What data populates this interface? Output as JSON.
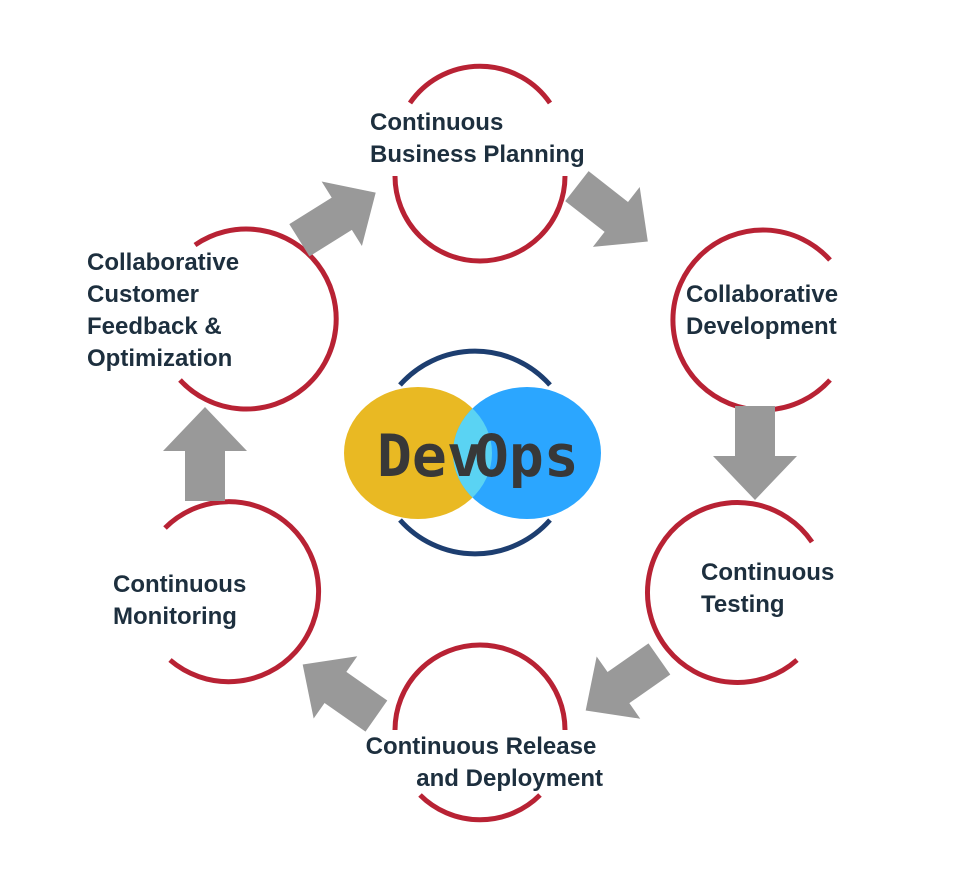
{
  "logo": {
    "part1": "Dev",
    "part2": "Ops"
  },
  "stages": [
    {
      "id": "planning",
      "lines": [
        "Continuous",
        "Business Planning"
      ]
    },
    {
      "id": "development",
      "lines": [
        "Collaborative",
        "Development"
      ]
    },
    {
      "id": "testing",
      "lines": [
        "Continuous",
        "Testing"
      ]
    },
    {
      "id": "release",
      "lines": [
        "Continuous Release",
        "and Deployment"
      ]
    },
    {
      "id": "monitoring",
      "lines": [
        "Continuous",
        "Monitoring"
      ]
    },
    {
      "id": "feedback",
      "lines": [
        "Collaborative",
        "Customer",
        "Feedback &",
        "Optimization"
      ]
    }
  ],
  "colors": {
    "ring": "#b82234",
    "arrow": "#999999",
    "label": "#1d2f3e",
    "logo_yellow": "#e9b923",
    "logo_blue": "#2ba6ff",
    "logo_overlap": "#5ad3f3",
    "logo_ring": "#1d3e70",
    "logo_text": "#383838"
  }
}
